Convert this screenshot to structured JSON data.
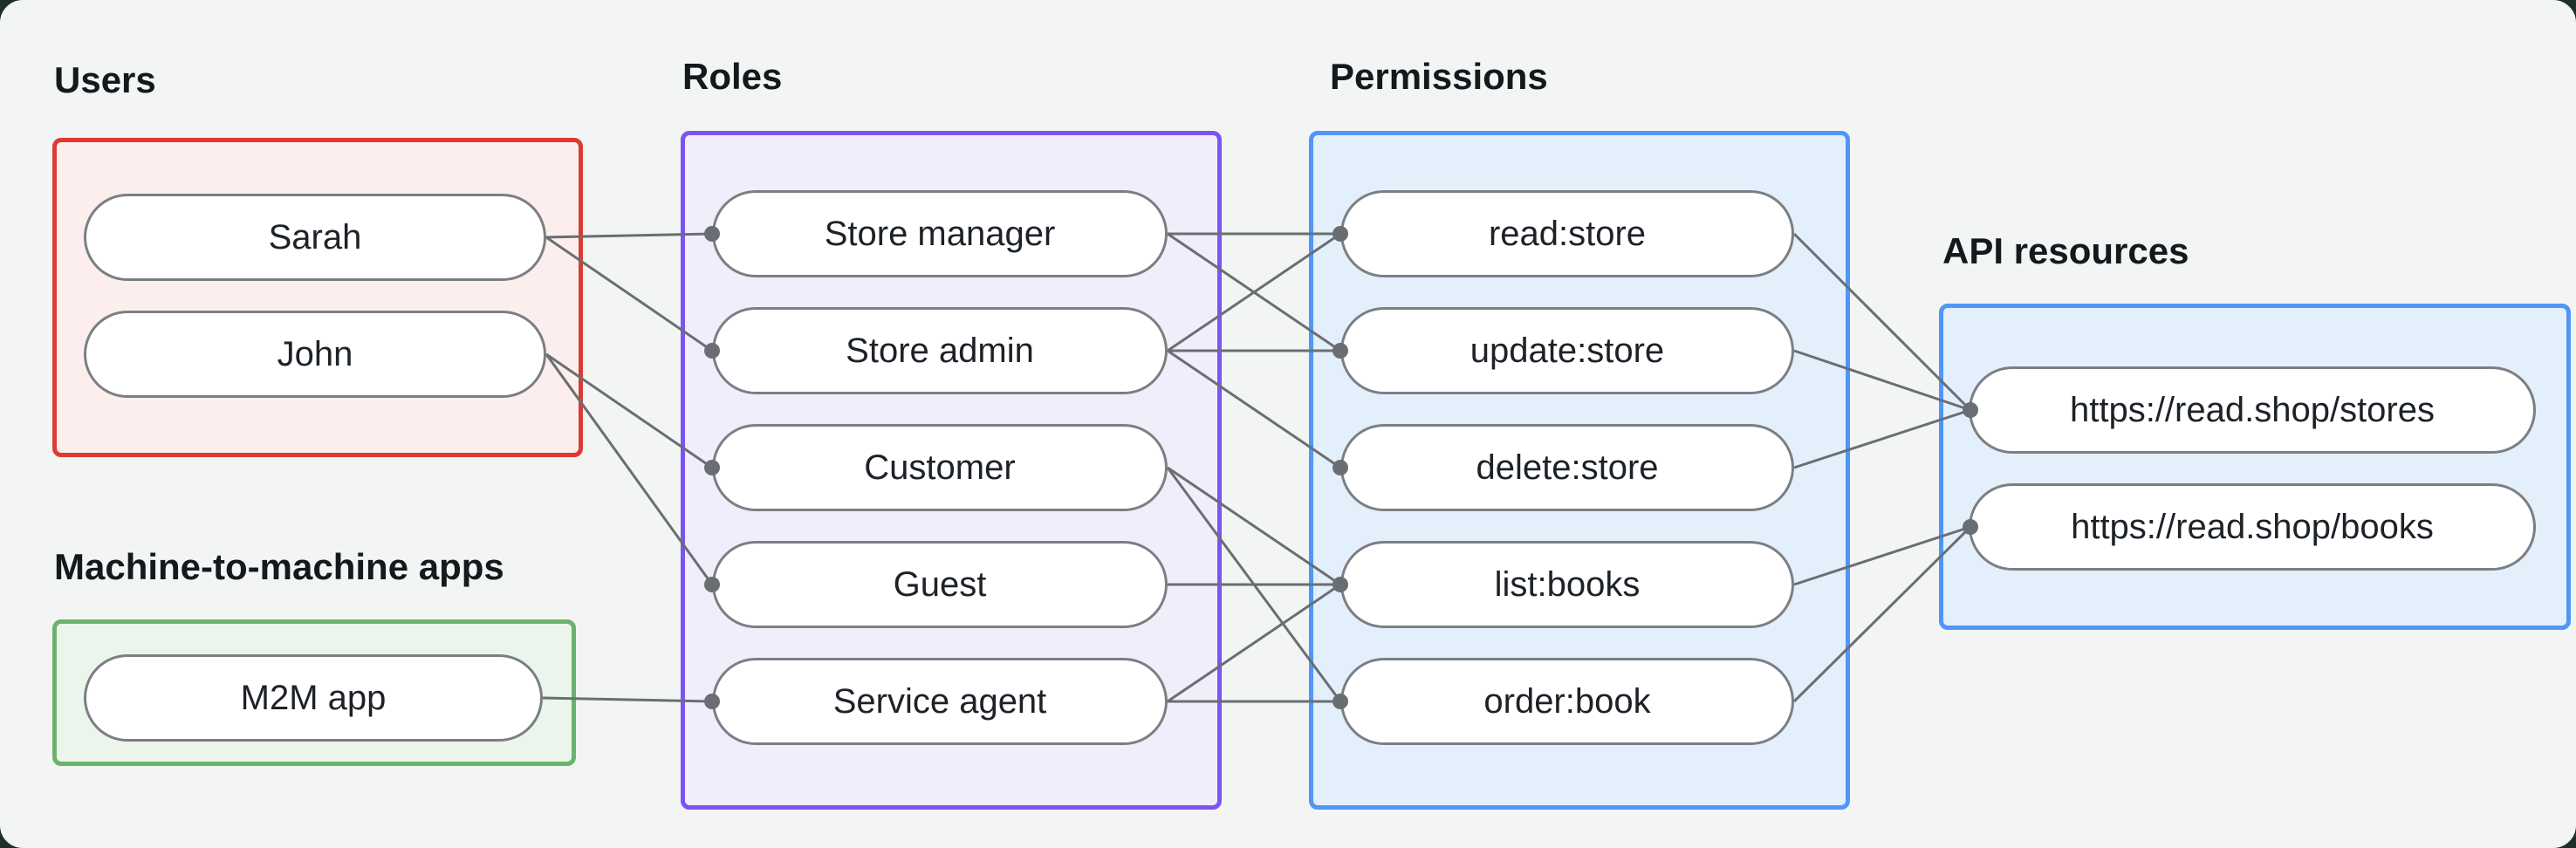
{
  "diagram": {
    "title_labels": {
      "users": "Users",
      "m2m": "Machine-to-machine apps",
      "roles": "Roles",
      "permissions": "Permissions",
      "api": "API resources"
    },
    "groups": [
      {
        "label": "Users",
        "border_color": "#dc3b33",
        "fill_color": "#fceeec",
        "nodes": [
          {
            "label": "Sarah"
          },
          {
            "label": "John"
          }
        ]
      },
      {
        "label": "Machine-to-machine apps",
        "border_color": "#6ab36e",
        "fill_color": "#ebf5eb",
        "nodes": [
          {
            "label": "M2M app"
          }
        ]
      },
      {
        "label": "Roles",
        "border_color": "#7b55f1",
        "fill_color": "#f2edfb",
        "nodes": [
          {
            "label": "Store manager"
          },
          {
            "label": "Store admin"
          },
          {
            "label": "Customer"
          },
          {
            "label": "Guest"
          },
          {
            "label": "Service agent"
          }
        ]
      },
      {
        "label": "Permissions",
        "border_color": "#4f96f7",
        "fill_color": "#e4effc",
        "nodes": [
          {
            "label": "read:store"
          },
          {
            "label": "update:store"
          },
          {
            "label": "delete:store"
          },
          {
            "label": "list:books"
          },
          {
            "label": "order:book"
          }
        ]
      },
      {
        "label": "API resources",
        "border_color": "#4f96f7",
        "fill_color": "#e4effc",
        "nodes": [
          {
            "label": "https://read.shop/stores"
          },
          {
            "label": "https://read.shop/books"
          }
        ]
      }
    ],
    "edges": [
      {
        "from": "Sarah",
        "to": "Store manager"
      },
      {
        "from": "Sarah",
        "to": "Store admin"
      },
      {
        "from": "John",
        "to": "Customer"
      },
      {
        "from": "John",
        "to": "Guest"
      },
      {
        "from": "M2M app",
        "to": "Service agent"
      },
      {
        "from": "Store manager",
        "to": "read:store"
      },
      {
        "from": "Store manager",
        "to": "update:store"
      },
      {
        "from": "Store admin",
        "to": "read:store"
      },
      {
        "from": "Store admin",
        "to": "update:store"
      },
      {
        "from": "Store admin",
        "to": "delete:store"
      },
      {
        "from": "Customer",
        "to": "list:books"
      },
      {
        "from": "Customer",
        "to": "order:book"
      },
      {
        "from": "Guest",
        "to": "list:books"
      },
      {
        "from": "Service agent",
        "to": "list:books"
      },
      {
        "from": "Service agent",
        "to": "order:book"
      },
      {
        "from": "read:store",
        "to": "https://read.shop/stores"
      },
      {
        "from": "update:store",
        "to": "https://read.shop/stores"
      },
      {
        "from": "delete:store",
        "to": "https://read.shop/stores"
      },
      {
        "from": "list:books",
        "to": "https://read.shop/books"
      },
      {
        "from": "order:book",
        "to": "https://read.shop/books"
      }
    ],
    "colors": {
      "edge_line": "#6a6e72",
      "connector_dot": "#6a6e72",
      "node_border": "#7b7f83",
      "node_fill": "#ffffff",
      "text": "#1d2228",
      "background": "#f3f5f4"
    }
  }
}
